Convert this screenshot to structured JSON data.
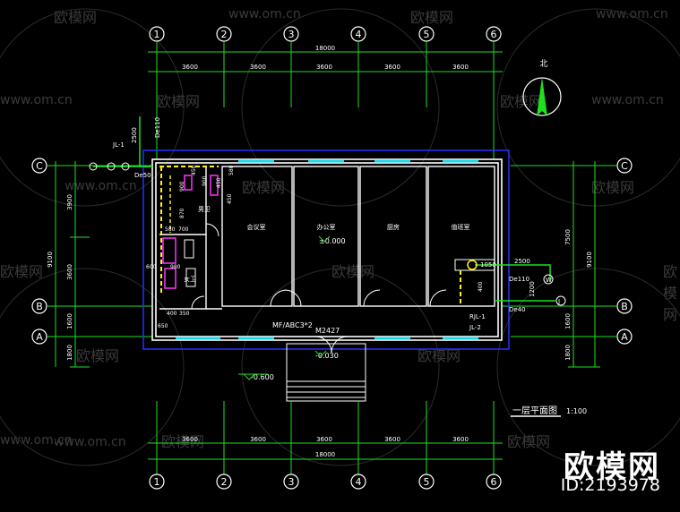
{
  "axes": {
    "columns": [
      "1",
      "2",
      "3",
      "4",
      "5",
      "6"
    ],
    "rows": [
      "C",
      "B",
      "A"
    ],
    "north": "北"
  },
  "dims": {
    "top_total": "18000",
    "top_spans": [
      "3600",
      "3600",
      "3600",
      "3600",
      "3600"
    ],
    "bottom_total": "18000",
    "bottom_spans": [
      "3600",
      "3600",
      "3600",
      "3600",
      "3600"
    ],
    "left_total": "9100",
    "left_parts": [
      "3900",
      "3600",
      "1600",
      "1800"
    ],
    "right_total": "9100",
    "right_parts": [
      "7500",
      "1600",
      "1800"
    ]
  },
  "rooms": {
    "r1": "会议室",
    "r2": "办公室",
    "r3": "厨房",
    "r4": "值班室",
    "toilet_m": "男卫",
    "toilet_f": "女卫"
  },
  "labels": {
    "elev_in": "±0.000",
    "elev_step": "-0.030",
    "elev_out": "-0.600",
    "door_main": "M2427",
    "extinguisher": "MF/ABC3*2",
    "pipe_left_1": "JL-1",
    "pipe_left_2": "De110",
    "pipe_left_3": "De50",
    "pipe_left_4": "2500",
    "pipe_right_1": "De110",
    "pipe_right_2": "2500",
    "pipe_right_3": "De40",
    "pipe_right_4": "RJL-1",
    "pipe_right_5": "JL-2",
    "pipe_right_6": "1050",
    "pipe_right_7": "1200",
    "tag_w": "W",
    "tag_j": "J",
    "d450": "450",
    "d900": "900",
    "d870": "870",
    "d700": "700",
    "d980": "980",
    "d400": "400",
    "d350": "350",
    "d650": "650",
    "d580": "580",
    "d580b": "580",
    "d400b": "400",
    "d600": "600",
    "d900b": "900",
    "d450b": "450"
  },
  "title": {
    "plan_name": "一层平面图",
    "scale": "1:100"
  },
  "watermark": {
    "site": "www.om.cn",
    "brand": "欧模网",
    "id": "ID:2193978"
  }
}
